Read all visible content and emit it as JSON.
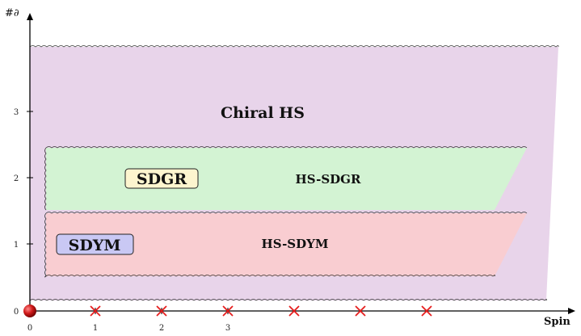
{
  "axes": {
    "y_title": "#∂",
    "x_title": "Spin",
    "x_ticks": [
      "0",
      "1",
      "2",
      "3"
    ],
    "y_ticks": [
      "0",
      "1",
      "2",
      "3"
    ]
  },
  "regions": {
    "chiral": {
      "label": "Chiral HS",
      "color": "#e8d4ea"
    },
    "sdgr": {
      "label": "HS-SDGR",
      "color": "#d3f3d3"
    },
    "sdym": {
      "label": "HS-SDYM",
      "color": "#f9cdd1"
    }
  },
  "boxed": {
    "sdgr": {
      "label": "SDGR",
      "fill": "#fdf5cf"
    },
    "sdym": {
      "label": "SDYM",
      "fill": "#c9c8f4"
    }
  },
  "markers": {
    "origin_color": "#d11a1a",
    "cross_color": "#e61e1e"
  }
}
